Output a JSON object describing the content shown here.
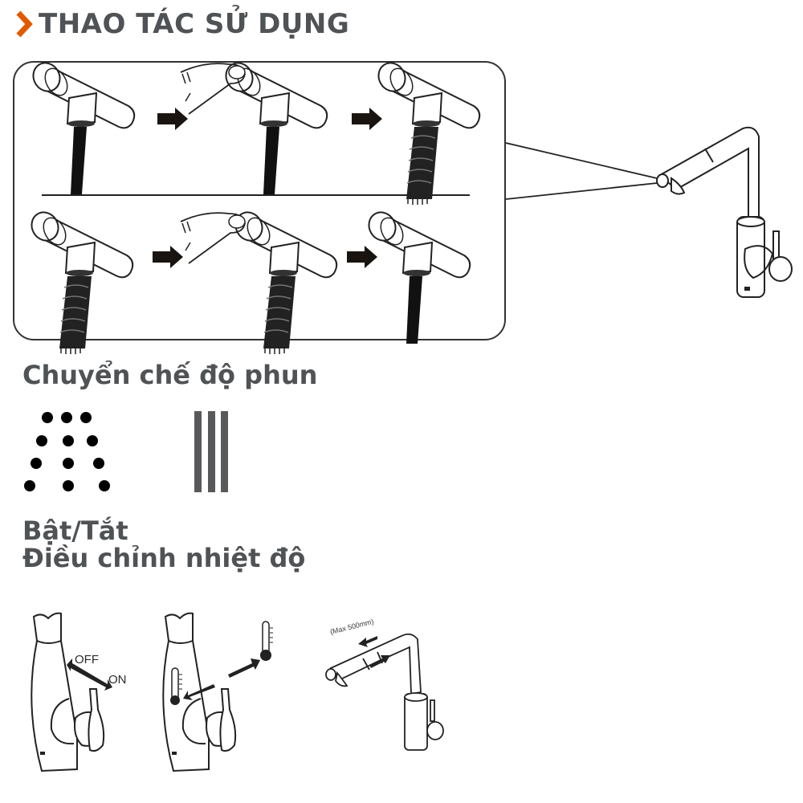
{
  "header": {
    "title": "THAO TÁC SỬ DỤNG",
    "accent_color": "#e05a00",
    "text_color": "#505356",
    "chevron_icon": "chevron-right-icon"
  },
  "callout": {
    "rows": [
      {
        "description": "Spray mode switch: stream → press button → spray",
        "steps": [
          "faucet-head-stream",
          "finger-press-button",
          "faucet-head-spray"
        ]
      },
      {
        "description": "Spray mode switch back: spray → press button → stream",
        "steps": [
          "faucet-head-spray",
          "finger-press-button",
          "faucet-head-stream"
        ]
      }
    ]
  },
  "spray_section": {
    "heading": "Chuyển chế độ phun",
    "icons": [
      "spray-dots-icon",
      "stream-lines-icon"
    ]
  },
  "control_section": {
    "heading_line1": "Bật/Tắt",
    "heading_line2": "Điều chỉnh nhiệt độ"
  },
  "figures": {
    "on_off": {
      "off_label": "OFF",
      "on_label": "ON"
    },
    "temperature": {
      "icons": [
        "thermometer-cold-icon",
        "thermometer-hot-icon"
      ]
    },
    "pullout": {
      "label": "(Max 500mm)"
    }
  }
}
